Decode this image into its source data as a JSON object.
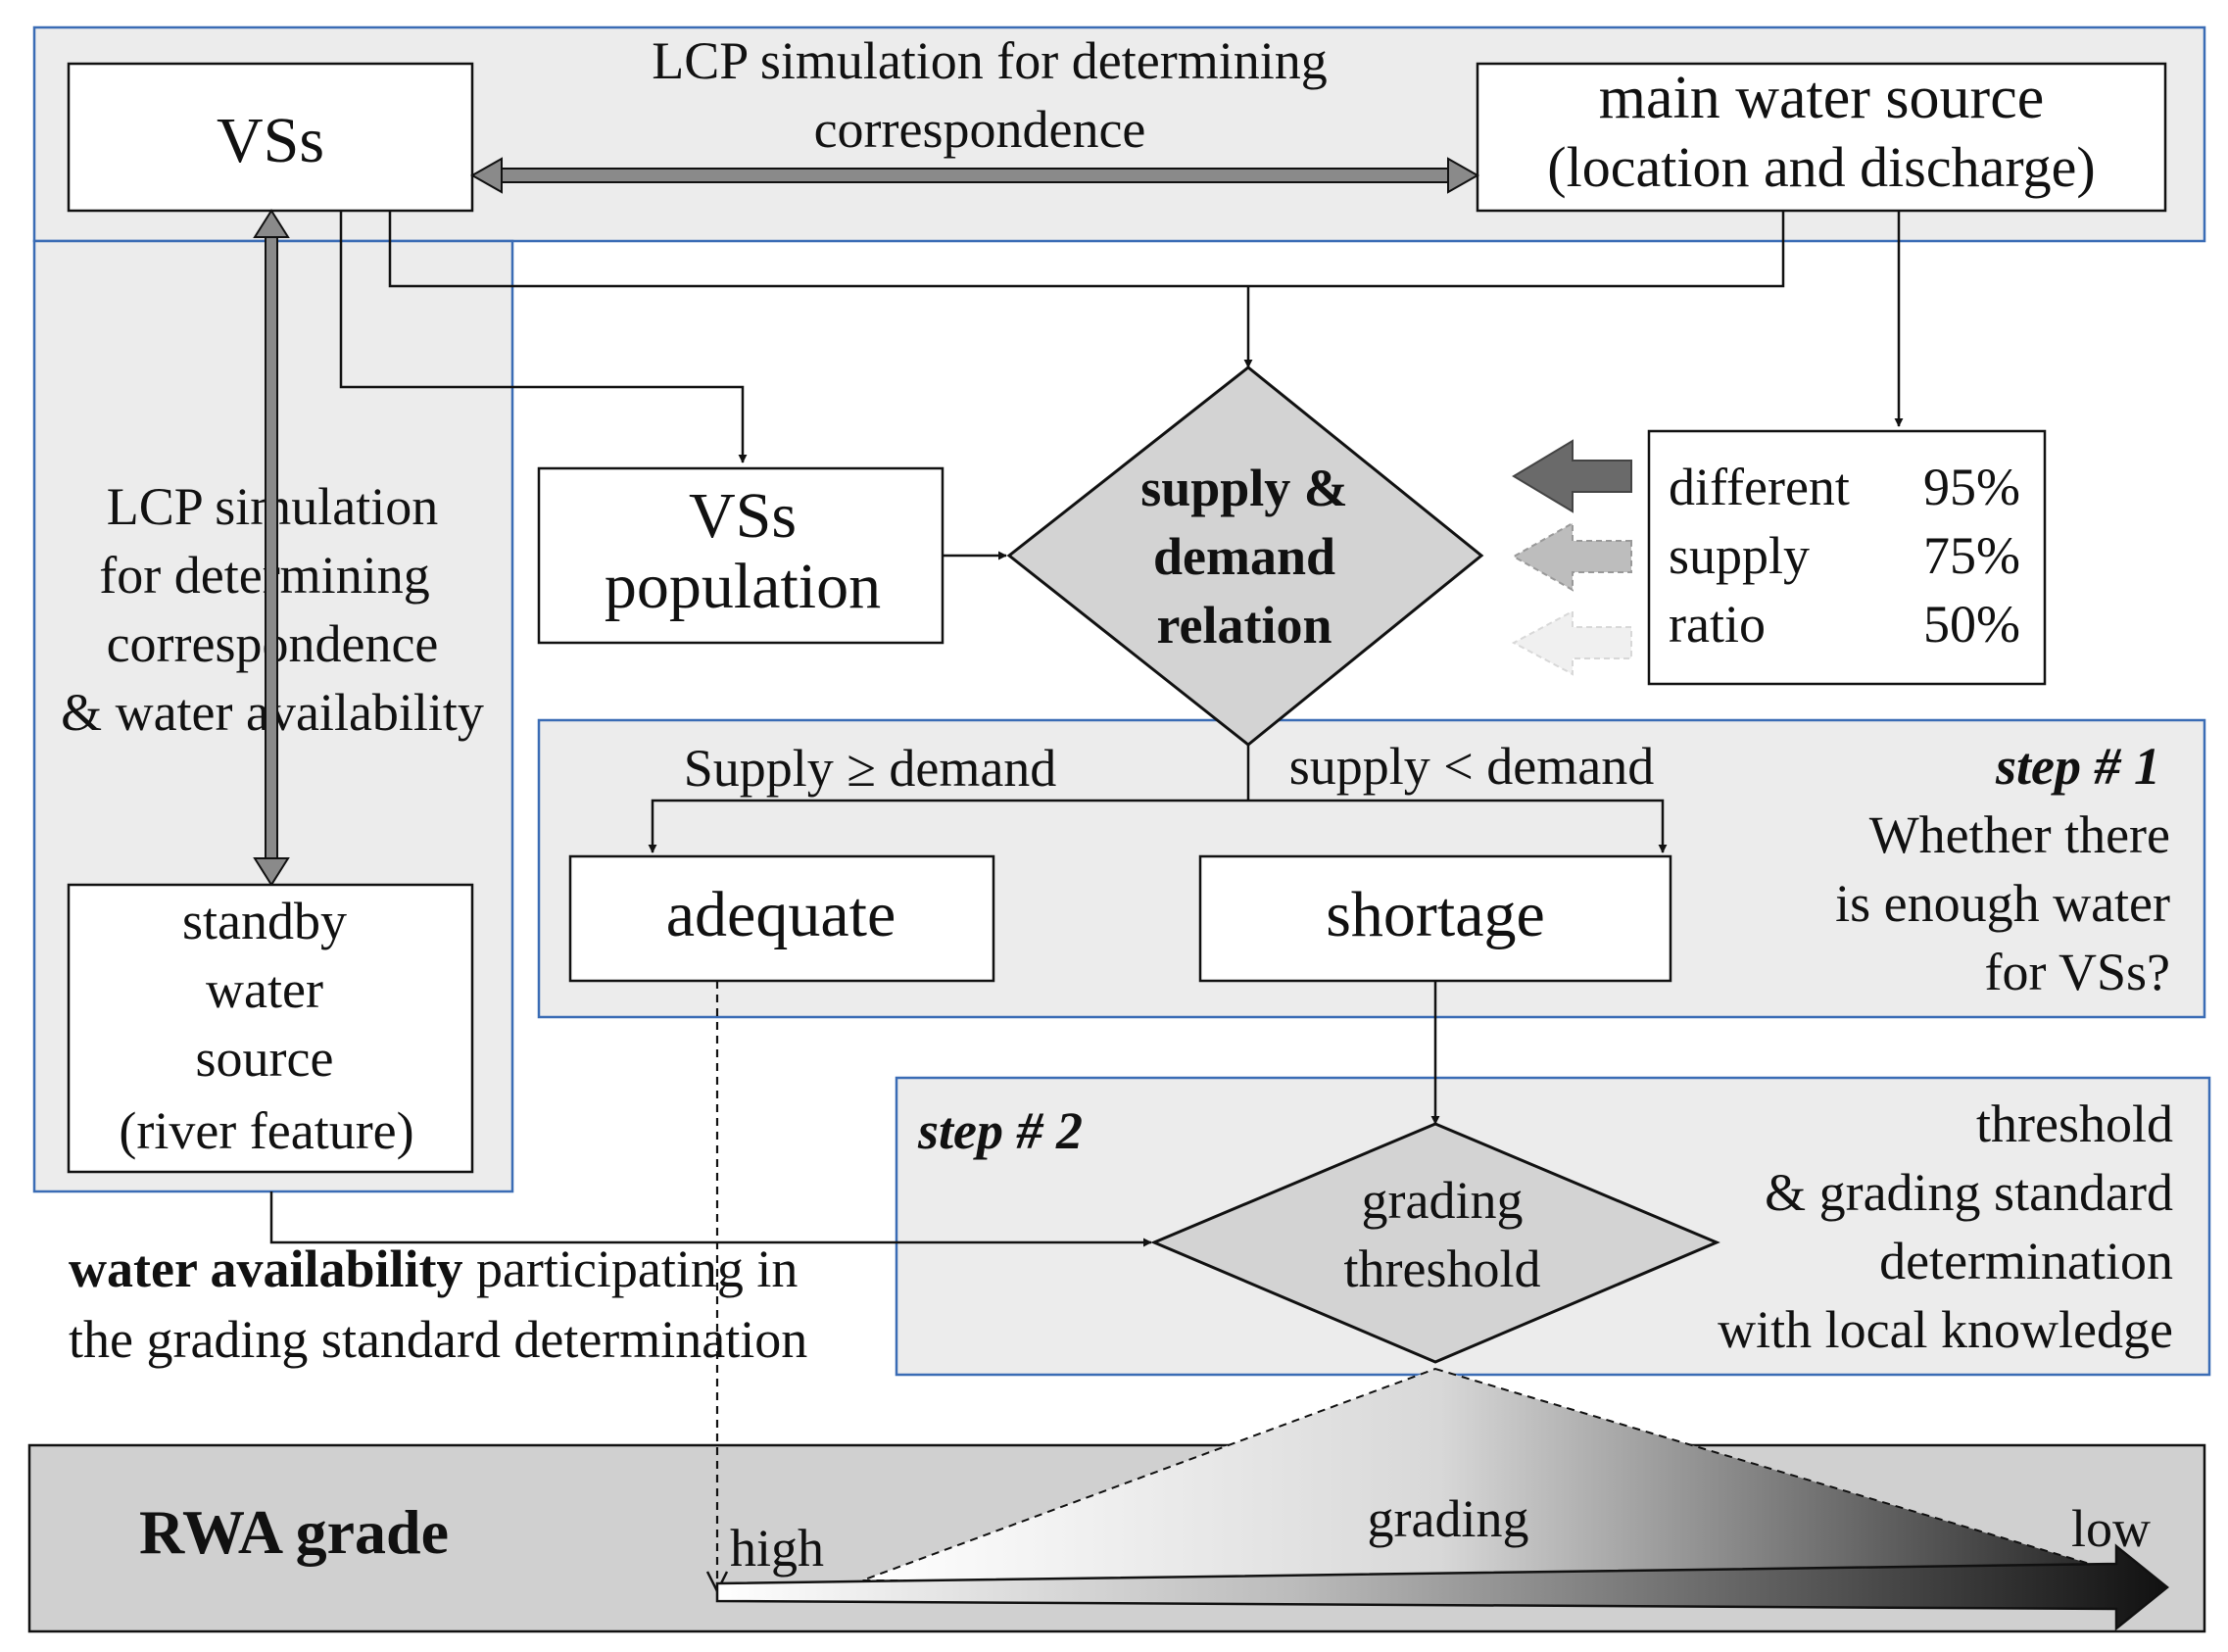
{
  "colors": {
    "panel_fill": "#ececec",
    "panel_border": "#3a6cb5",
    "diamond_fill": "#d3d3d3",
    "grade_band": "#d0d0d0"
  },
  "top_panel": {
    "caption_line1": "LCP simulation for determining",
    "caption_line2": "correspondence"
  },
  "vss_box": {
    "label": "VSs"
  },
  "main_source_box": {
    "line1": "main water source",
    "line2": "(location and discharge)"
  },
  "left_panel": {
    "caption": [
      "LCP simulation",
      "for determining",
      "correspondence",
      "& water availability"
    ]
  },
  "standby_box": {
    "lines": [
      "standby",
      "water",
      "source",
      "(river feature)"
    ]
  },
  "population_box": {
    "lines": [
      "VSs",
      "population"
    ]
  },
  "decision_diamond": {
    "lines": [
      "supply &",
      "demand",
      "relation"
    ]
  },
  "ratio_box": {
    "labels": [
      "different",
      "supply",
      "ratio"
    ],
    "values": [
      "95%",
      "75%",
      "50%"
    ]
  },
  "step1": {
    "title": "step # 1",
    "question": [
      "Whether there",
      "is enough water",
      "for VSs?"
    ],
    "branch_left": "Supply ≥ demand",
    "branch_right": "supply < demand",
    "adequate": "adequate",
    "shortage": "shortage"
  },
  "step2": {
    "title": "step # 2",
    "diamond": [
      "grading",
      "threshold"
    ],
    "description": [
      "threshold",
      "& grading standard",
      "determination",
      "with local knowledge"
    ]
  },
  "water_availability_note": {
    "bold": "water availability",
    "rest": " participating in",
    "line2": "the grading standard determination"
  },
  "grade_band": {
    "title": "RWA grade",
    "high": "high",
    "grading": "grading",
    "low": "low"
  }
}
